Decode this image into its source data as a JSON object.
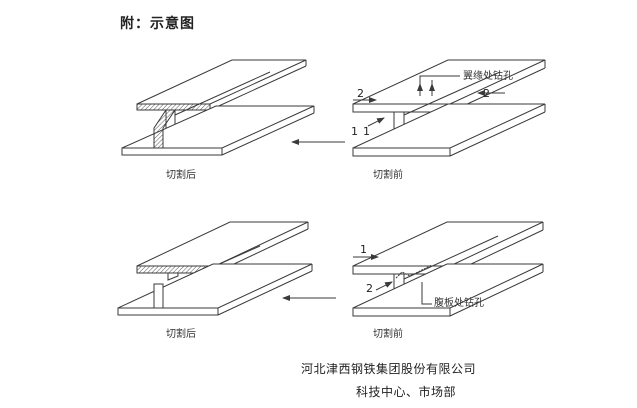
{
  "header": {
    "title": "附：示意图"
  },
  "panels": {
    "top_left": {
      "caption": "切割后"
    },
    "top_right": {
      "caption": "切割前",
      "callout": "翼缘处钻孔",
      "marks": [
        "2",
        "2",
        "1",
        "1"
      ]
    },
    "bottom_left": {
      "caption": "切割后"
    },
    "bottom_right": {
      "caption": "切割前",
      "callout": "腹板处钻孔",
      "marks": [
        "1",
        "2"
      ]
    }
  },
  "footer": {
    "company": "河北津西钢铁集团股份有限公司",
    "department": "科技中心、市场部"
  },
  "colors": {
    "line": "#3a3a3a",
    "hatch": "#555555",
    "background": "#ffffff"
  }
}
